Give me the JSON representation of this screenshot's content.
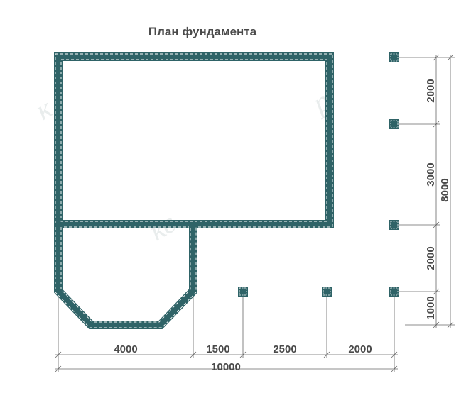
{
  "title": "План фундамента",
  "colors": {
    "foundation": "#2f6367",
    "dimension": "#666666",
    "text": "#4a4a4a"
  },
  "bottom_dimensions": [
    "4000",
    "1500",
    "2500",
    "2000"
  ],
  "bottom_total": "10000",
  "right_dimensions": [
    "2000",
    "3000",
    "2000",
    "1000"
  ],
  "right_total": "8000"
}
